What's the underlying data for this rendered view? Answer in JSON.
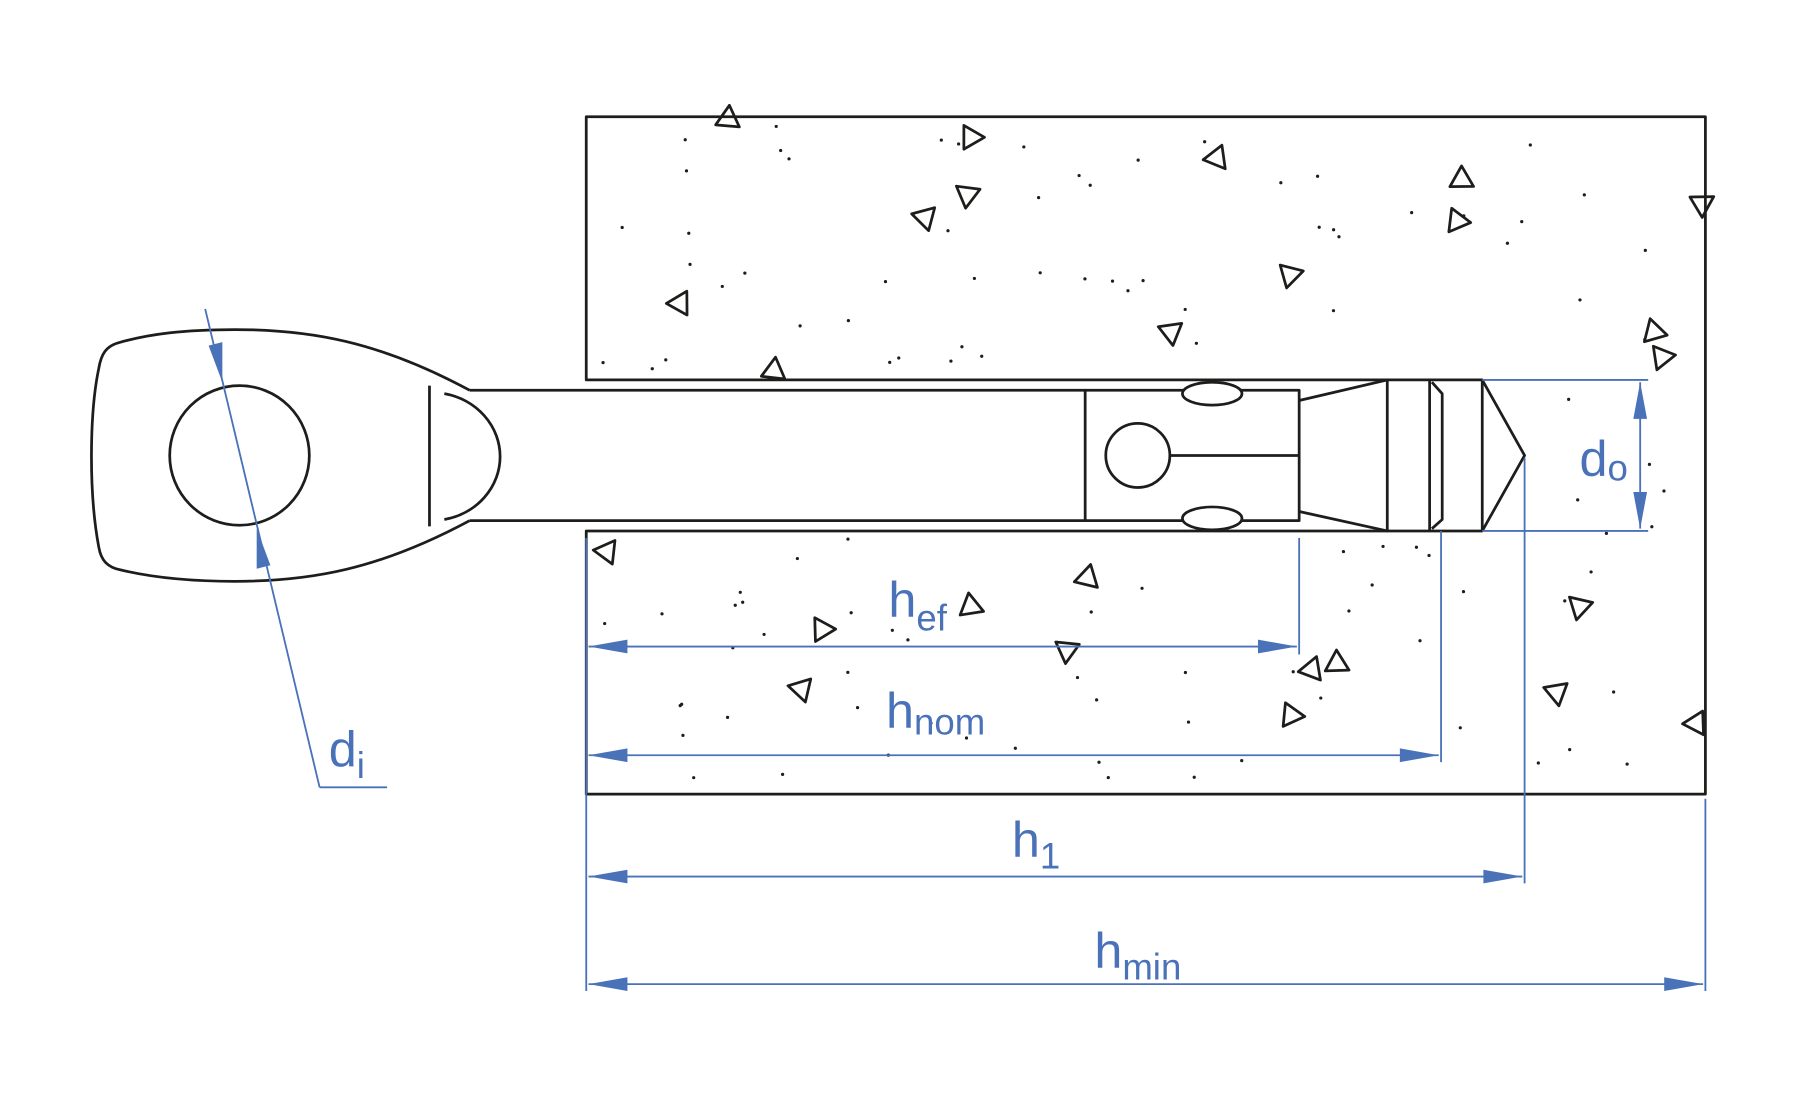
{
  "labels": {
    "h_ef": {
      "main": "h",
      "sub": "ef"
    },
    "h_nom": {
      "main": "h",
      "sub": "nom"
    },
    "h_1": {
      "main": "h",
      "sub": "1"
    },
    "h_min": {
      "main": "h",
      "sub": "min"
    },
    "d_i": {
      "main": "d",
      "sub": "i"
    },
    "d_o": {
      "main": "d",
      "sub": "o"
    }
  },
  "colors": {
    "dimension": "#4a72b8",
    "outline": "#1d1d1b"
  }
}
